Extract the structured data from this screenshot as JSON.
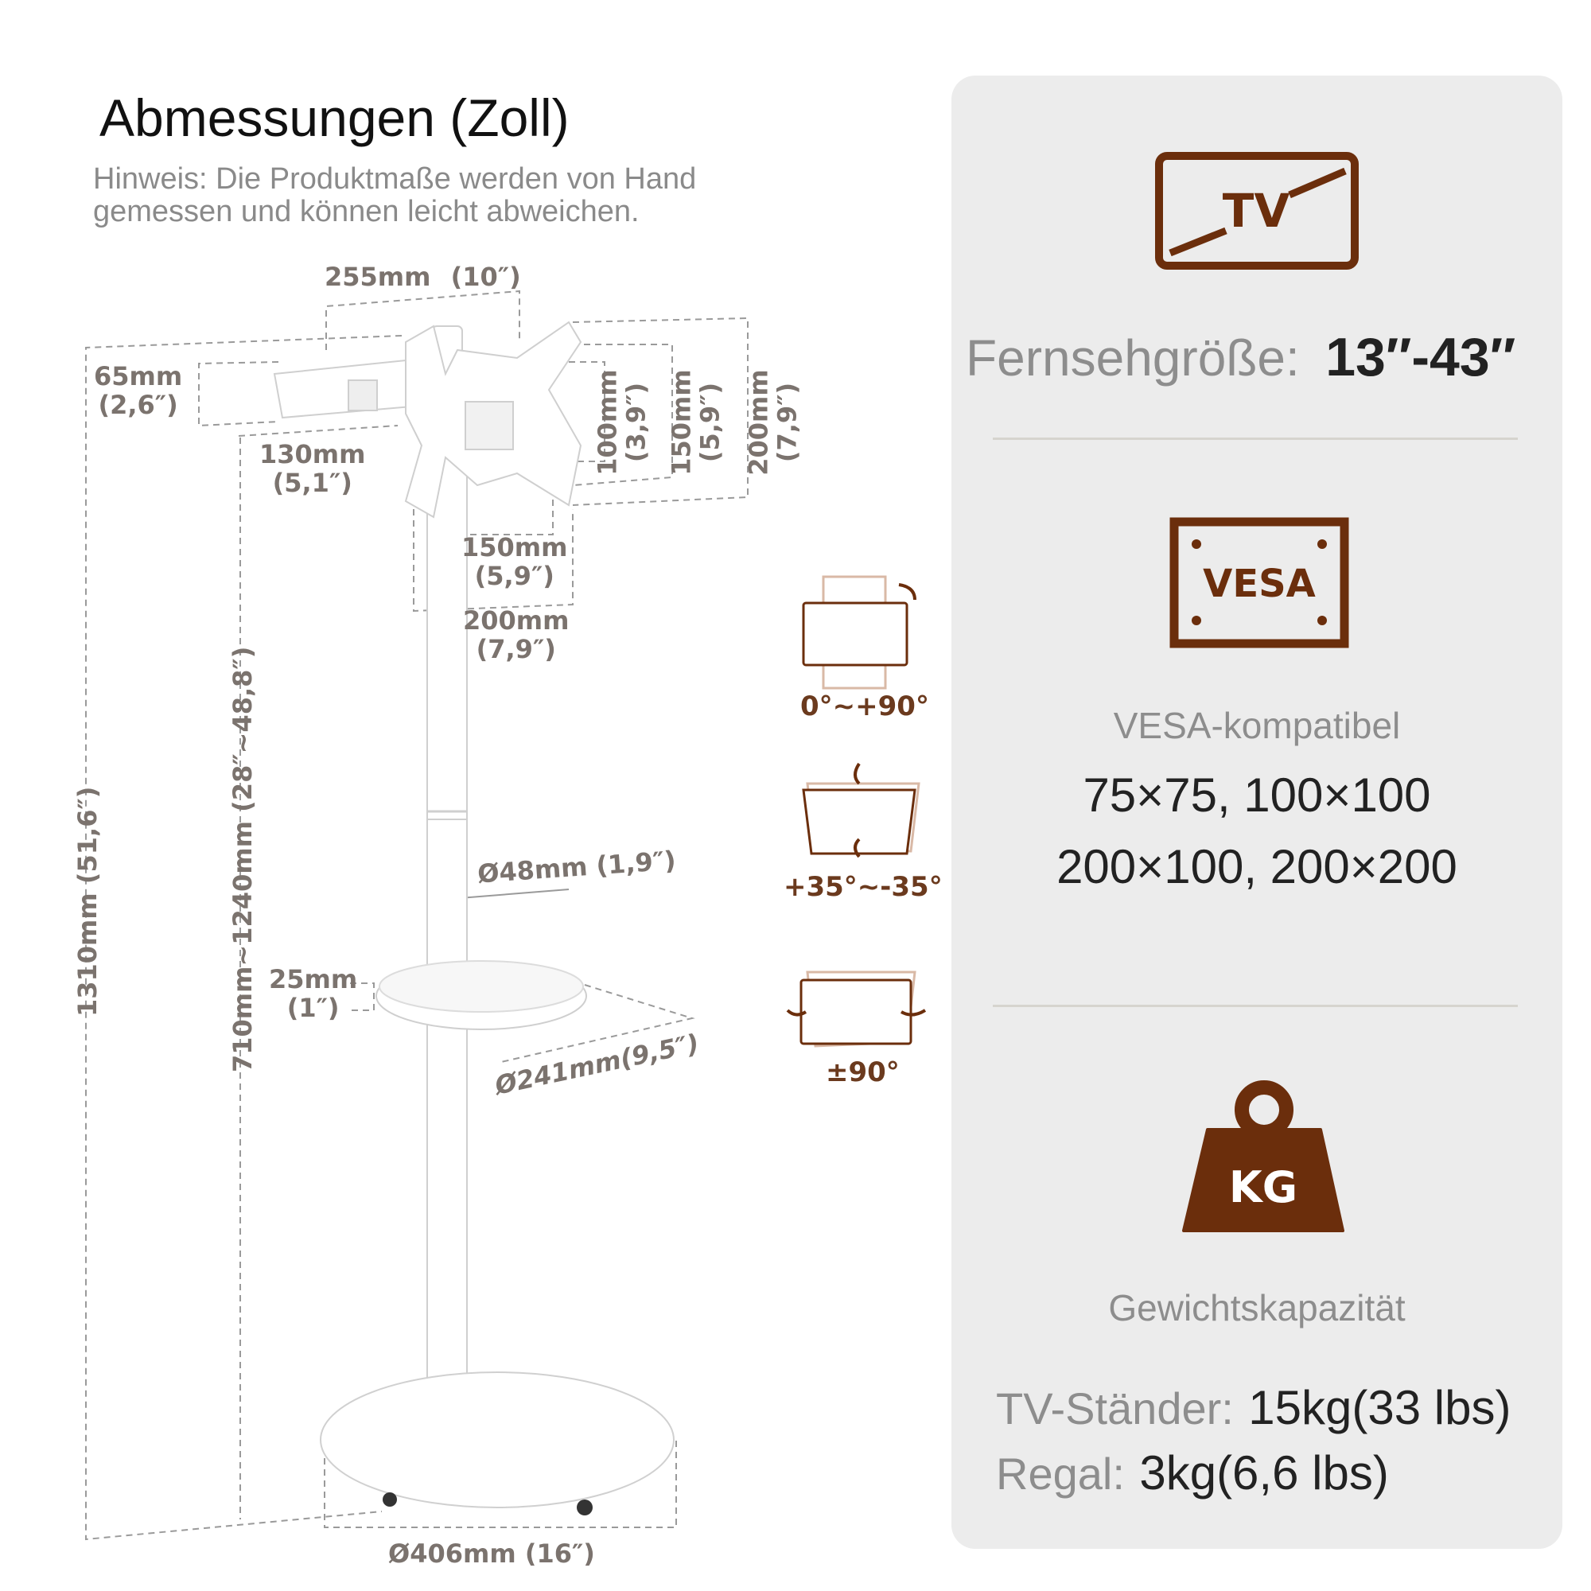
{
  "header": {
    "title": "Abmessungen (Zoll)",
    "note": "Hinweis: Die Produktmaße werden von Hand gemessen und können leicht abweichen."
  },
  "dimensions": {
    "top_width": {
      "mm": "255mm",
      "inch": "(10″)"
    },
    "bracket_depth": {
      "mm": "65mm",
      "inch": "(2,6″)"
    },
    "bracket_offset": {
      "mm": "130mm",
      "inch": "(5,1″)"
    },
    "vesa_100": {
      "mm": "100mm",
      "inch": "(3,9″)"
    },
    "vesa_150v": {
      "mm": "150mm",
      "inch": "(5,9″)"
    },
    "vesa_200v": {
      "mm": "200mm",
      "inch": "(7,9″)"
    },
    "vesa_150h": {
      "mm": "150mm",
      "inch": "(5,9″)"
    },
    "vesa_200h": {
      "mm": "200mm",
      "inch": "(7,9″)"
    },
    "total_height": "1310mm (51,6″)",
    "height_range": "710mm~1240mm (28″~48,8″)",
    "pole_diameter": "Ø48mm (1,9″)",
    "shelf_thickness": {
      "mm": "25mm",
      "inch": "(1″)"
    },
    "shelf_diameter": "Ø241mm(9,5″)",
    "base_diameter": "Ø406mm (16″)"
  },
  "rotations": {
    "rotate": "0°~+90°",
    "tilt": "+35°~-35°",
    "swivel": "±90°"
  },
  "specs": {
    "tv_icon": "TV",
    "tv_label": "Fernsehgröße:",
    "tv_value": "13″-43″",
    "vesa_icon": "VESA",
    "vesa_label": "VESA-kompatibel",
    "vesa_line1": "75×75, 100×100",
    "vesa_line2": "200×100, 200×200",
    "kg_icon": "KG",
    "weight_label": "Gewichtskapazität",
    "stand_label": "TV-Ständer:",
    "stand_value": "15kg(33 lbs)",
    "shelf_label": "Regal:",
    "shelf_value": "3kg(6,6 lbs)"
  },
  "colors": {
    "accent": "#6b2e0c",
    "panel": "#ececec",
    "dim_text": "#7b736e"
  }
}
